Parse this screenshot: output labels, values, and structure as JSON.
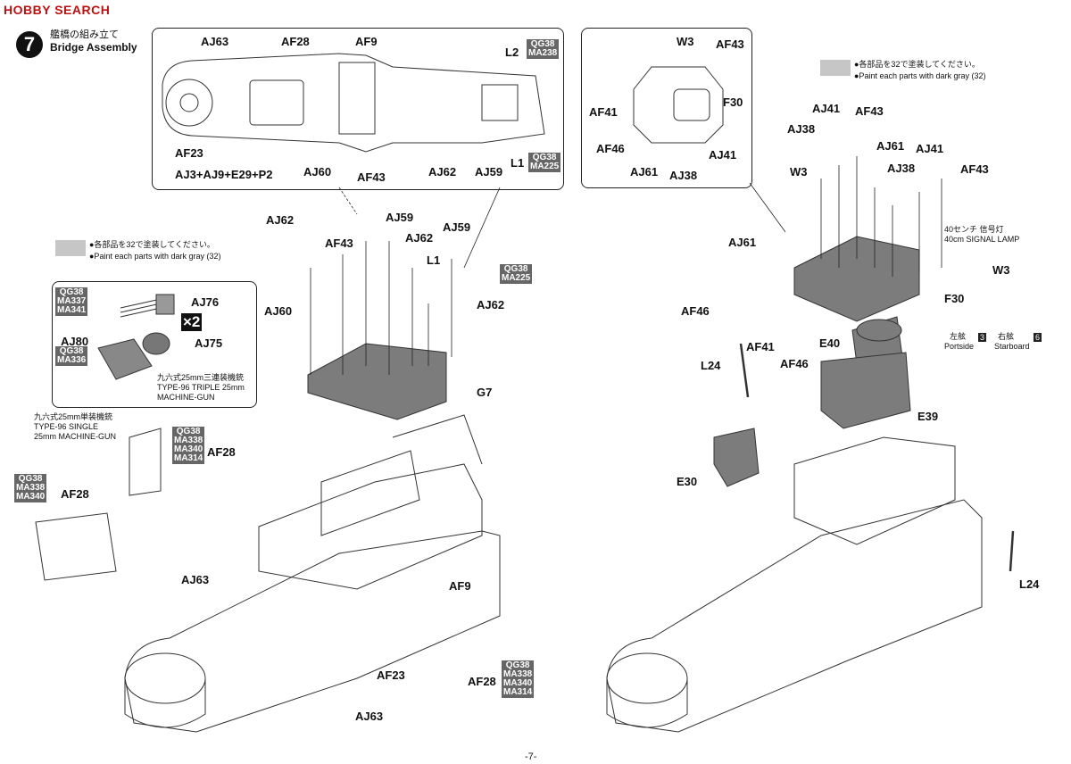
{
  "watermark": "HOBBY SEARCH",
  "step": {
    "number": "7",
    "title_jp": "艦橋の組み立て",
    "title_en": "Bridge Assembly"
  },
  "paint_note": {
    "jp": "●各部品を32で塗装してください。",
    "en": "●Paint each parts with dark gray (32)",
    "color_number": "32"
  },
  "top_left_box": {
    "labels": [
      "AJ63",
      "AF28",
      "AF9",
      "L2",
      "AF23",
      "AJ3+AJ9+E29+P2",
      "AJ60",
      "AF43",
      "AJ62",
      "AJ59",
      "L1"
    ],
    "badge_l2": [
      "QG38",
      "MA238"
    ],
    "badge_l1": [
      "QG38",
      "MA225"
    ]
  },
  "top_right_box": {
    "labels": [
      "W3",
      "AF43",
      "F30",
      "AF41",
      "AF46",
      "AJ61",
      "AJ38",
      "AJ41"
    ]
  },
  "left_assembly": {
    "labels": [
      "AJ62",
      "AJ59",
      "AJ62",
      "AJ59",
      "AF43",
      "L1",
      "AJ60",
      "AJ62",
      "G7",
      "AF28",
      "AJ63",
      "AF23",
      "AJ63",
      "AF9",
      "AF28",
      "AF28"
    ],
    "badge_l1": [
      "QG38",
      "MA225"
    ],
    "triple_mg": {
      "badge": [
        "QG38",
        "MA337",
        "MA341"
      ],
      "labels": [
        "AJ76",
        "AJ80",
        "AJ75"
      ],
      "multiplier": "×2",
      "badge_aj80": [
        "QG38",
        "MA336"
      ],
      "caption_jp": "九六式25mm三連装機銃",
      "caption_en1": "TYPE-96 TRIPLE 25mm",
      "caption_en2": "MACHINE-GUN"
    },
    "single_mg": {
      "caption_jp": "九六式25mm単装機銃",
      "caption_en1": "TYPE-96 SINGLE",
      "caption_en2": "25mm MACHINE-GUN",
      "badge": [
        "QG38",
        "MA338",
        "MA340"
      ],
      "badge_center": [
        "QG38",
        "MA338",
        "MA340",
        "MA314"
      ],
      "badge_bottom": [
        "QG38",
        "MA338",
        "MA340",
        "MA314"
      ]
    }
  },
  "right_assembly": {
    "labels": [
      "AJ41",
      "AF43",
      "AJ38",
      "AJ61",
      "AJ41",
      "W3",
      "AJ38",
      "AF43",
      "AJ61",
      "W3",
      "F30",
      "AF46",
      "AF41",
      "E40",
      "AF46",
      "L24",
      "E39",
      "E30",
      "L24"
    ],
    "signal_lamp_jp": "40センチ 信号灯",
    "signal_lamp_en": "40cm SIGNAL LAMP",
    "side_note": {
      "left_jp": "左舷",
      "left_en": "Portside",
      "left_num": "3",
      "right_jp": "右舷",
      "right_en": "Starboard",
      "right_num": "6"
    }
  },
  "page_number": "-7-"
}
